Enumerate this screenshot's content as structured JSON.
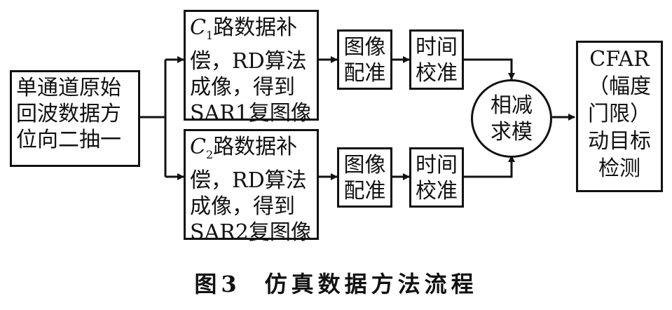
{
  "blocks": {
    "input": [
      "单通道原始",
      "回波数据方",
      "位向二抽一"
    ],
    "comp1": {
      "c": "C",
      "sub": "1",
      "line1": "路数据补",
      "rest": [
        "偿，RD算法",
        "成像，得到",
        "SAR1复图像"
      ]
    },
    "comp2": {
      "c": "C",
      "sub": "2",
      "line1": "路数据补",
      "rest": [
        "偿，RD算法",
        "成像，得到",
        "SAR2复图像"
      ]
    },
    "reg1": [
      "图像",
      "配准"
    ],
    "reg2": [
      "图像",
      "配准"
    ],
    "time1": [
      "时间",
      "校准"
    ],
    "time2": [
      "时间",
      "校准"
    ],
    "subtract": [
      "相减",
      "求模"
    ],
    "cfar": [
      "CFAR",
      "（幅度",
      "门限）",
      "动目标",
      "检测"
    ]
  },
  "caption": {
    "number": "图3",
    "text": "仿真数据方法流程"
  }
}
